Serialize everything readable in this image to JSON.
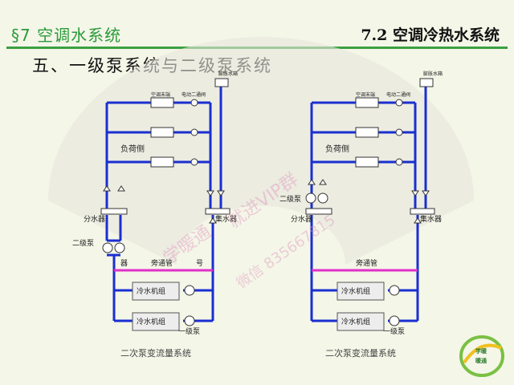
{
  "header": {
    "section_title": "§7  空调水系统",
    "right_title": "7.2 空调冷热水系统"
  },
  "subtitle": "五、一级泵系统与二级泵系统",
  "left_system": {
    "expansion_tank": "膨胀水箱",
    "terminal": "空调末端",
    "valve": "电动二通阀",
    "load_side": "负荷侧",
    "distributor": "分水器",
    "collector": "集水器",
    "secondary_pump": "二级泵",
    "bypass": "旁通管",
    "bypass_left": "器",
    "bypass_right": "号",
    "chiller1": "冷水机组",
    "chiller2": "冷水机组",
    "primary_pump": "一级泵",
    "caption": "二次泵变流量系统"
  },
  "right_system": {
    "expansion_tank": "膨胀水箱",
    "terminal": "空调末端",
    "valve": "电动二通阀",
    "load_side": "负荷侧",
    "secondary_pump": "二级泵",
    "distributor": "分水器",
    "collector": "集水器",
    "bypass": "旁通管",
    "chiller1": "冷水机组",
    "chiller2": "冷水机组",
    "primary_pump": "一级泵",
    "caption": "二次泵变流量系统"
  },
  "watermark": [
    "学暖通",
    "就进VIP群",
    "微信 835667815"
  ],
  "logo": {
    "line1": "学暖",
    "line2": "暖通"
  },
  "colors": {
    "pipe": "#1a2fd0",
    "bypass": "#e030c8",
    "title_green": "#2a9a3a"
  }
}
